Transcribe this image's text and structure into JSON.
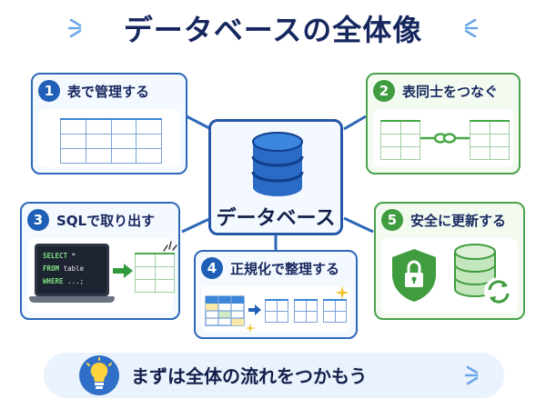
{
  "title": "データベースの全体像",
  "center_label": "データベース",
  "cards": {
    "c1": {
      "num": "1",
      "label": "表で管理する"
    },
    "c2": {
      "num": "2",
      "label": "表同士をつなぐ"
    },
    "c3": {
      "num": "3",
      "label": "SQLで取り出す"
    },
    "c4": {
      "num": "4",
      "label": "正規化で整理する"
    },
    "c5": {
      "num": "5",
      "label": "安全に更新する"
    }
  },
  "sql": {
    "line1_kw": "SELECT",
    "line1_rest": " *",
    "line2_kw": "FROM",
    "line2_rest": " table",
    "line3_kw": "WHERE",
    "line3_rest": " ...;"
  },
  "footer": "まずは全体の流れをつかもう",
  "colors": {
    "navy": "#16275e",
    "blue_accent": "#1f5fb8",
    "green_accent": "#3f9c3f",
    "footer_bg": "#eaf2fd"
  },
  "icons": [
    "database-icon",
    "table-icon",
    "link-icon",
    "laptop-icon",
    "arrow-right-icon",
    "sparkle-icon",
    "shield-lock-icon",
    "refresh-icon",
    "lightbulb-icon"
  ]
}
